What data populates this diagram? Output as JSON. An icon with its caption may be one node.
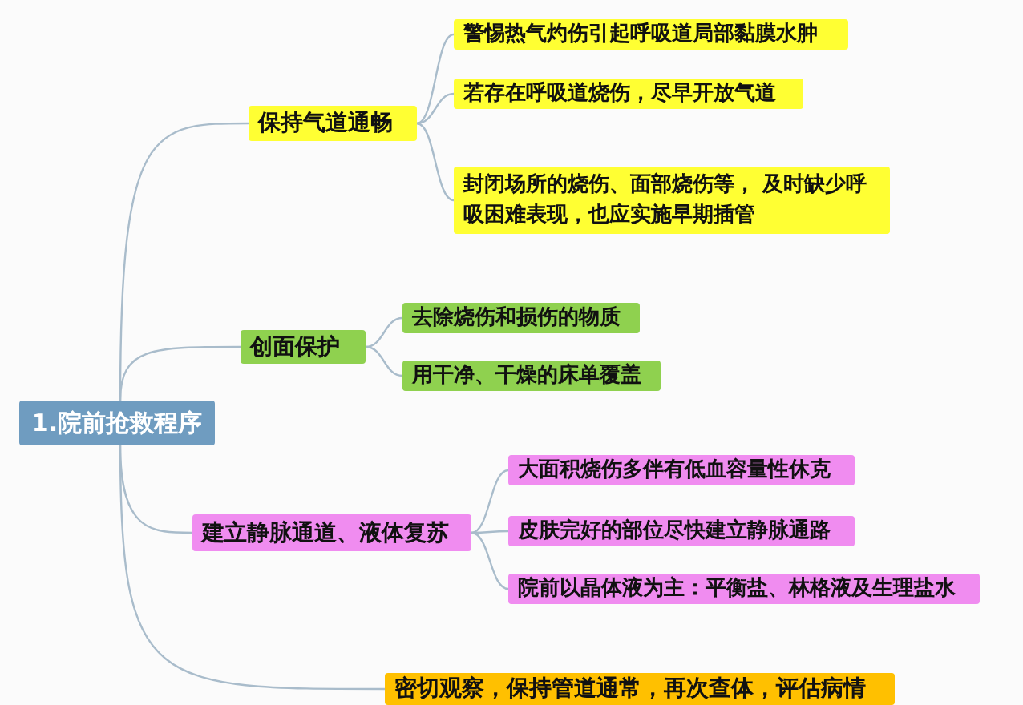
{
  "diagram": {
    "nodes": [
      {
        "text": [
          "1.院前抢救程序"
        ]
      },
      {
        "text": [
          "保持气道通畅"
        ]
      },
      {
        "text": [
          "警惕热气灼伤引起呼吸道局部黏膜水肿"
        ]
      },
      {
        "text": [
          "若存在呼吸道烧伤，尽早开放气道"
        ]
      },
      {
        "text": [
          "封闭场所的烧伤、面部烧伤等， 及时缺少呼吸困难表现，也应实施早期插管"
        ]
      },
      {
        "text": [
          "创面保护"
        ]
      },
      {
        "text": [
          "去除烧伤和损伤的物质"
        ]
      },
      {
        "text": [
          "用干净、干燥的床单覆盖"
        ]
      },
      {
        "text": [
          "建立静脉通道、液体复苏"
        ]
      },
      {
        "text": [
          "大面积烧伤多伴有低血容量性休克"
        ]
      },
      {
        "text": [
          "皮肤完好的部位尽快建立静脉通路"
        ]
      },
      {
        "text": [
          "院前以晶体液为主：平衡盐、林格液及生理盐水"
        ]
      },
      {
        "text": [
          "密切观察，保持管道通常，再次查体，评估病情"
        ]
      }
    ],
    "edges": [
      {
        "from": 0,
        "to": 1,
        "arrow": "none"
      },
      {
        "from": 0,
        "to": 5,
        "arrow": "none"
      },
      {
        "from": 0,
        "to": 8,
        "arrow": "none"
      },
      {
        "from": 0,
        "to": 12,
        "arrow": "none"
      },
      {
        "from": 1,
        "to": 2,
        "arrow": "none"
      },
      {
        "from": 1,
        "to": 3,
        "arrow": "none"
      },
      {
        "from": 1,
        "to": 4,
        "arrow": "none"
      },
      {
        "from": 5,
        "to": 6,
        "arrow": "none"
      },
      {
        "from": 5,
        "to": 7,
        "arrow": "none"
      },
      {
        "from": 8,
        "to": 9,
        "arrow": "none"
      },
      {
        "from": 8,
        "to": 10,
        "arrow": "none"
      },
      {
        "from": 8,
        "to": 11,
        "arrow": "none"
      }
    ]
  }
}
